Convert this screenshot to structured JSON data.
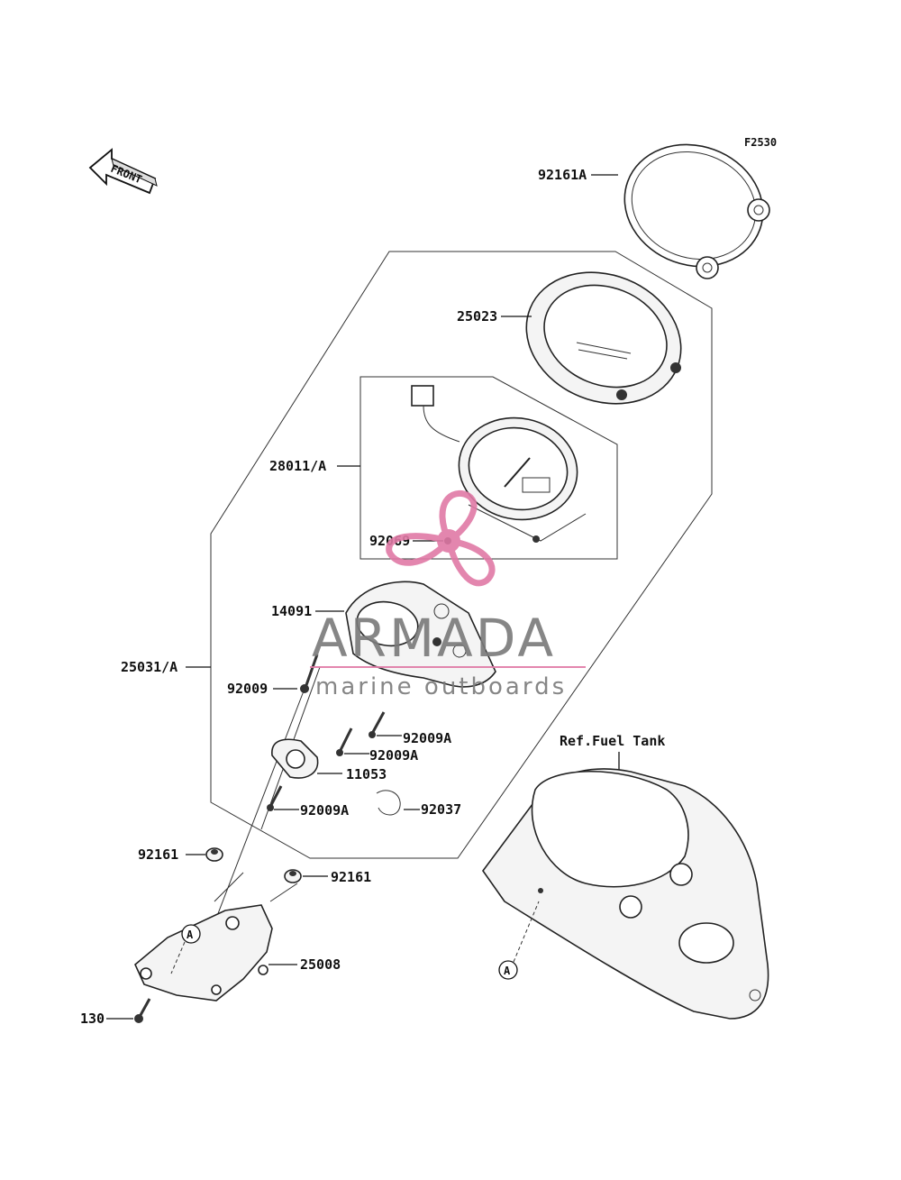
{
  "figure_code": "F2530",
  "front_label": "FRONT",
  "ref_label": "Ref.Fuel Tank",
  "callouts": {
    "c92161A": "92161A",
    "c25023": "25023",
    "c28011A": "28011/A",
    "c92069": "92069",
    "c14091": "14091",
    "c25031A": "25031/A",
    "c92009": "92009",
    "c92009A_1": "92009A",
    "c92009A_2": "92009A",
    "c11053": "11053",
    "c92009A_3": "92009A",
    "c92037": "92037",
    "c92161_left": "92161",
    "c92161_right": "92161",
    "c25008": "25008",
    "c130": "130"
  },
  "ref_markers": {
    "a1": "A",
    "a2": "A"
  },
  "watermark": {
    "brand": "ARMADA",
    "tagline": "marine outboards",
    "colors": {
      "pink": "#e07aa6",
      "gray": "#7a7a7a"
    }
  }
}
